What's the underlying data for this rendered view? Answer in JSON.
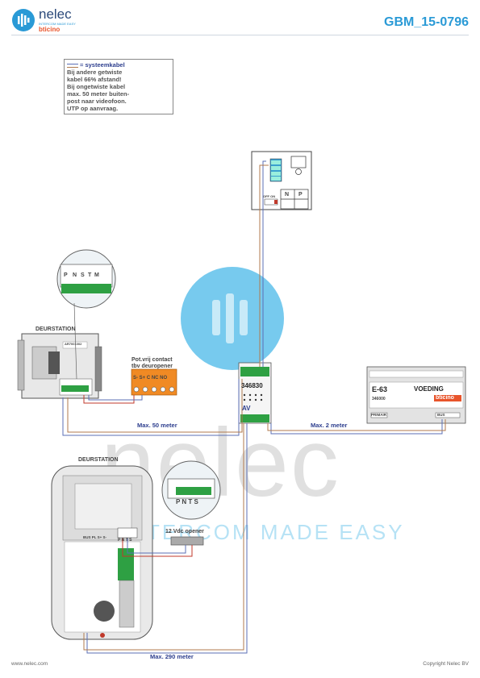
{
  "header": {
    "brand": "nelec",
    "brand_tagline": "INTERCOM MADE EASY",
    "sub_brand": "bticino",
    "doc_code": "GBM_15-0796"
  },
  "legend_note": {
    "title": "= systeemkabel",
    "lines": [
      "Bij andere getwiste",
      "kabel 66% afstand!",
      "Bij ongetwiste kabel",
      "max. 50 meter buiten-",
      "post naar videofoon.",
      "UTP op aanvraag."
    ]
  },
  "labels": {
    "deurstation_top": "DEURSTATION",
    "deurstation_bottom": "DEURSTATION",
    "pot_vrij_1": "Pot.vrij contact",
    "pot_vrij_2": "tbv deuropener",
    "relay_terminals": "S-  S+ C  NC NO",
    "module_code": "346830",
    "module_av": "AV",
    "power_model": "E-63",
    "power_name": "VOEDING",
    "power_code": "346000",
    "power_primair": "PRIMAIR",
    "power_bus": "BUS",
    "power_brand": "bticino",
    "opener_label": "12 Vdc opener",
    "terminal_p": "P",
    "terminal_n": "N",
    "terminal_t": "T",
    "terminal_s": "S",
    "terminal_m": "M",
    "pnts": "P N T S",
    "monitor_n": "N",
    "monitor_p": "P",
    "monitor_offon": "OFF ON",
    "bus_labels": "BUS PL S+ S-",
    "unit_code": "AR7001002"
  },
  "distances": {
    "d1": "Max. 50 meter",
    "d2": "Max. 2 meter",
    "d3": "Max. 290 meter"
  },
  "watermark": {
    "word": "nelec",
    "tagline": "INTERCOM MADE EASY"
  },
  "footer": {
    "left": "www.nelec.com",
    "right": "Copyright Nelec BV"
  },
  "colors": {
    "accent": "#2a9ad6",
    "wire_blue": "#5b6fb5",
    "wire_brown": "#b07a4e",
    "wire_red": "#c0392b",
    "relay_orange": "#f08a24",
    "terminal_green": "#2ea043"
  }
}
